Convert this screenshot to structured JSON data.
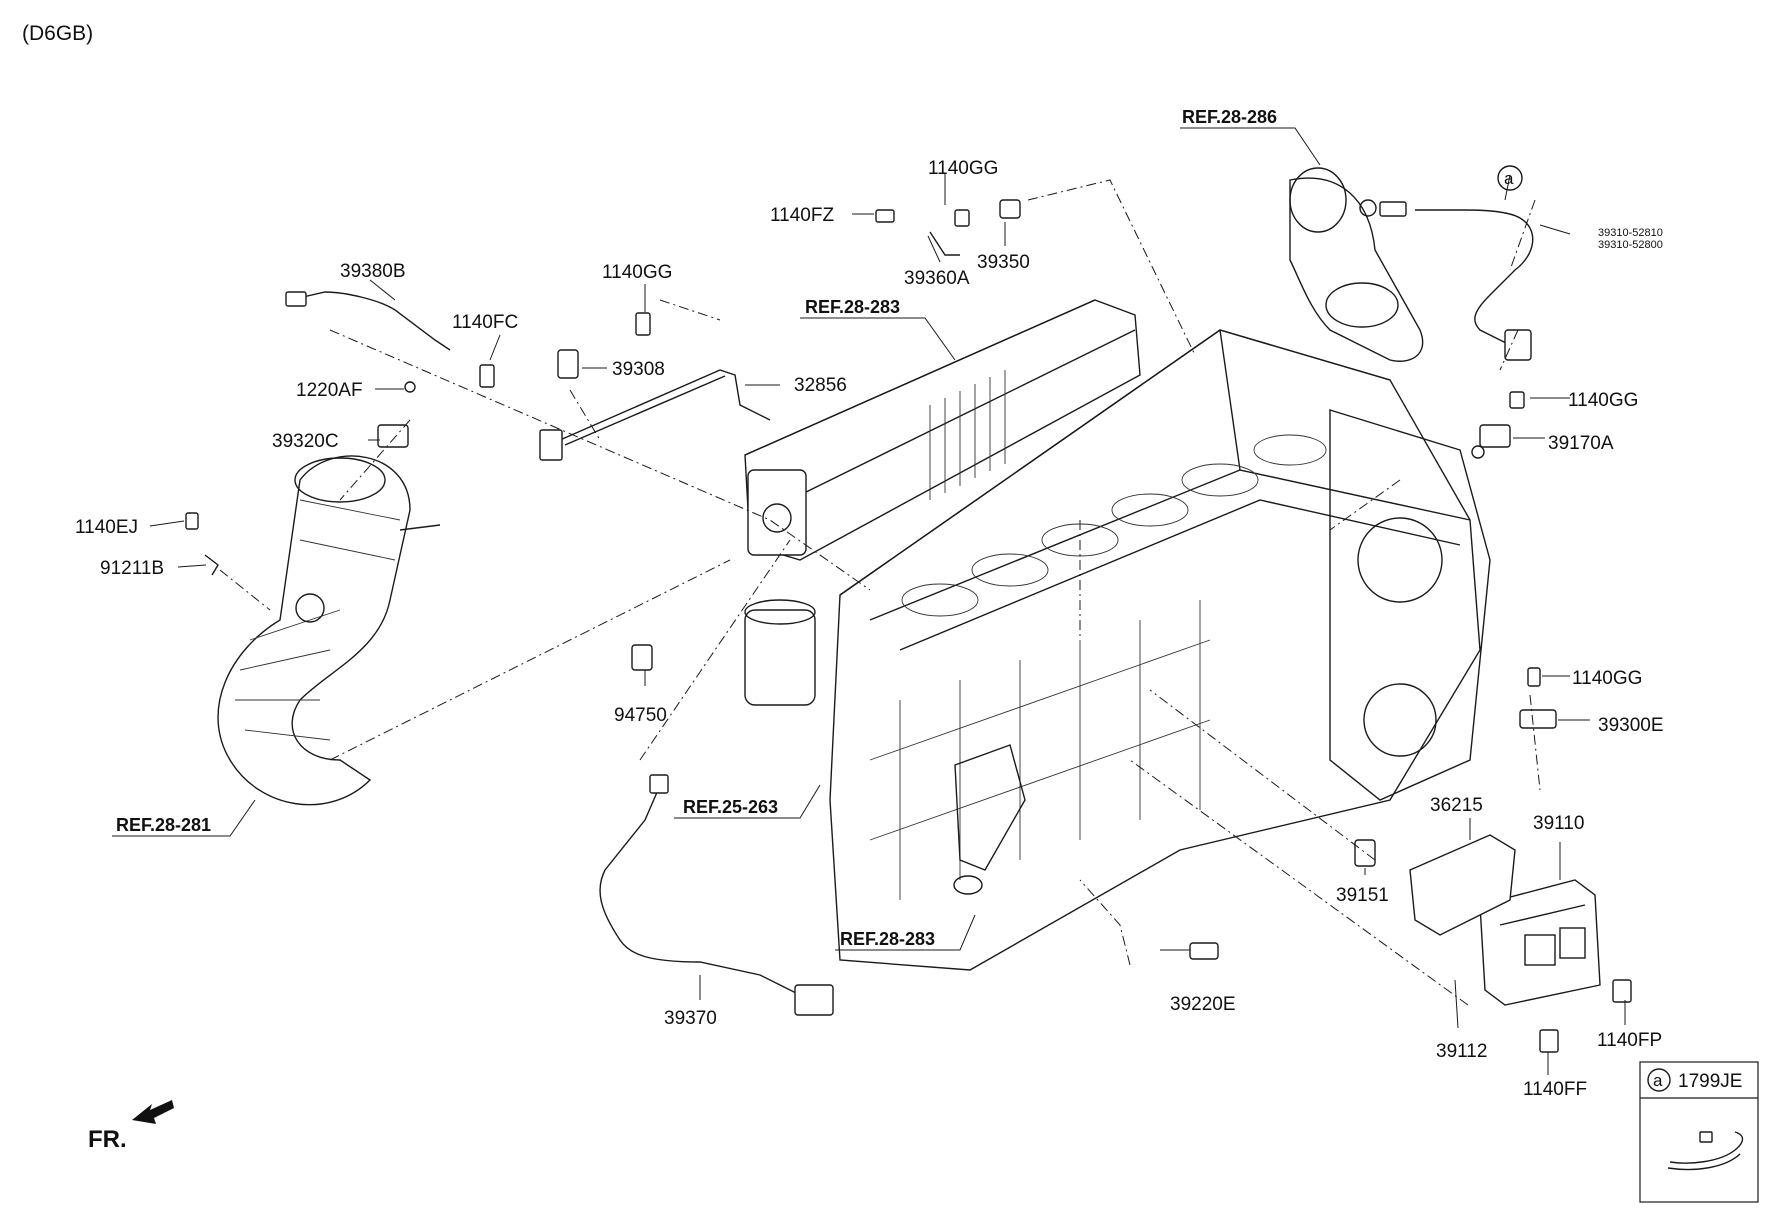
{
  "engine_code": "(D6GB)",
  "front_indicator": "FR.",
  "callout_letter": "a",
  "inset": {
    "letter": "a",
    "part": "1799JE"
  },
  "refs": {
    "ref_28_286": "REF.28-286",
    "ref_28_283_top": "REF.28-283",
    "ref_28_281": "REF.28-281",
    "ref_25_263": "REF.25-263",
    "ref_28_283_bottom": "REF.28-283"
  },
  "labels": {
    "p1140gg_top": "1140GG",
    "p1140fz": "1140FZ",
    "p39360a": "39360A",
    "p39350": "39350",
    "p39380b": "39380B",
    "p1140gg_mid": "1140GG",
    "p1140fc": "1140FC",
    "p39308": "39308",
    "p32856": "32856",
    "p1220af": "1220AF",
    "p39320c": "39320C",
    "p1140ej": "1140EJ",
    "p91211b": "91211B",
    "p94750": "94750",
    "p39370": "39370",
    "p39220e": "39220E",
    "p1140gg_r1": "1140GG",
    "p39170a": "39170A",
    "p1140gg_r2": "1140GG",
    "p39300e": "39300E",
    "p36215": "36215",
    "p39110": "39110",
    "p39151": "39151",
    "p39112": "39112",
    "p1140ff": "1140FF",
    "p1140fp": "1140FP",
    "p39310_52810": "39310-52810",
    "p39310_52800": "39310-52800"
  }
}
